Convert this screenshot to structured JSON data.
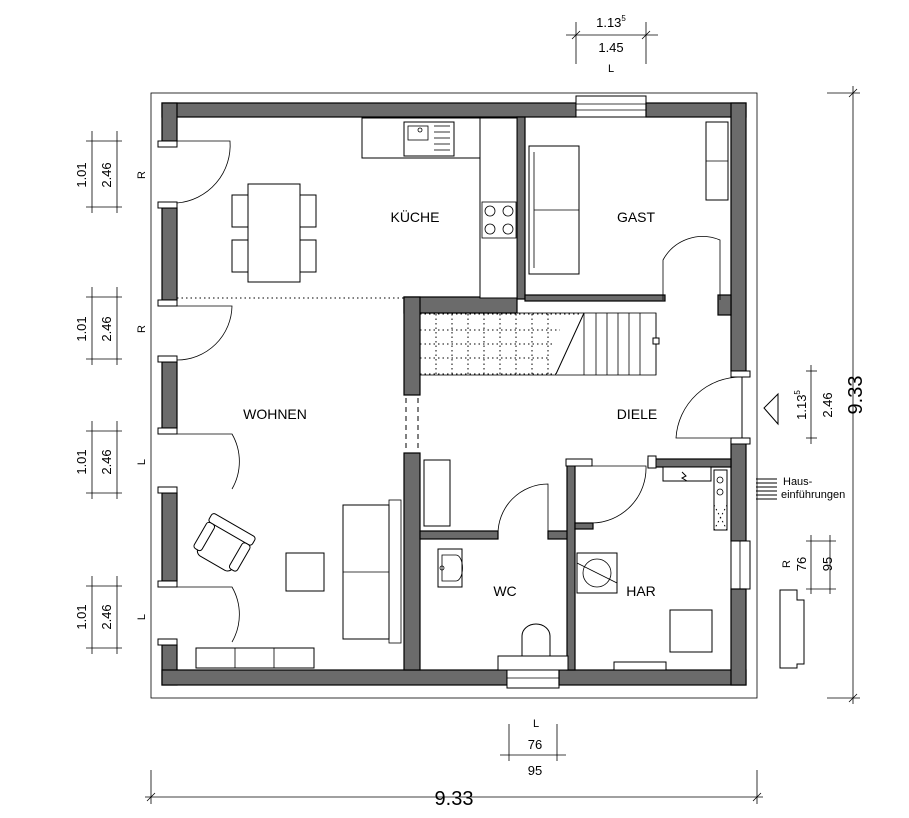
{
  "rooms": {
    "kueche": "KÜCHE",
    "gast": "GAST",
    "wohnen": "WOHNEN",
    "diele": "DIELE",
    "wc": "WC",
    "har": "HAR"
  },
  "labels": {
    "haus_line1": "Haus-",
    "haus_line2": "einführungen"
  },
  "dimensions": {
    "top_window_upper": "1.13",
    "top_window_upper_sup": "5",
    "top_window_lower": "1.45",
    "top_window_mark": "L",
    "left_windows": [
      {
        "outer": "1.01",
        "inner": "2.46",
        "mark": "R"
      },
      {
        "outer": "1.01",
        "inner": "2.46",
        "mark": "R"
      },
      {
        "outer": "1.01",
        "inner": "2.46",
        "mark": "L"
      },
      {
        "outer": "1.01",
        "inner": "2.46",
        "mark": "L"
      }
    ],
    "right_door_a": "1.13",
    "right_door_a_sup": "5",
    "right_door_b": "2.46",
    "right_window_a": "76",
    "right_window_b": "95",
    "right_window_mark": "R",
    "right_total": "9.33",
    "bottom_window_mark": "L",
    "bottom_window_a": "76",
    "bottom_window_b": "95",
    "bottom_total": "9.33"
  }
}
